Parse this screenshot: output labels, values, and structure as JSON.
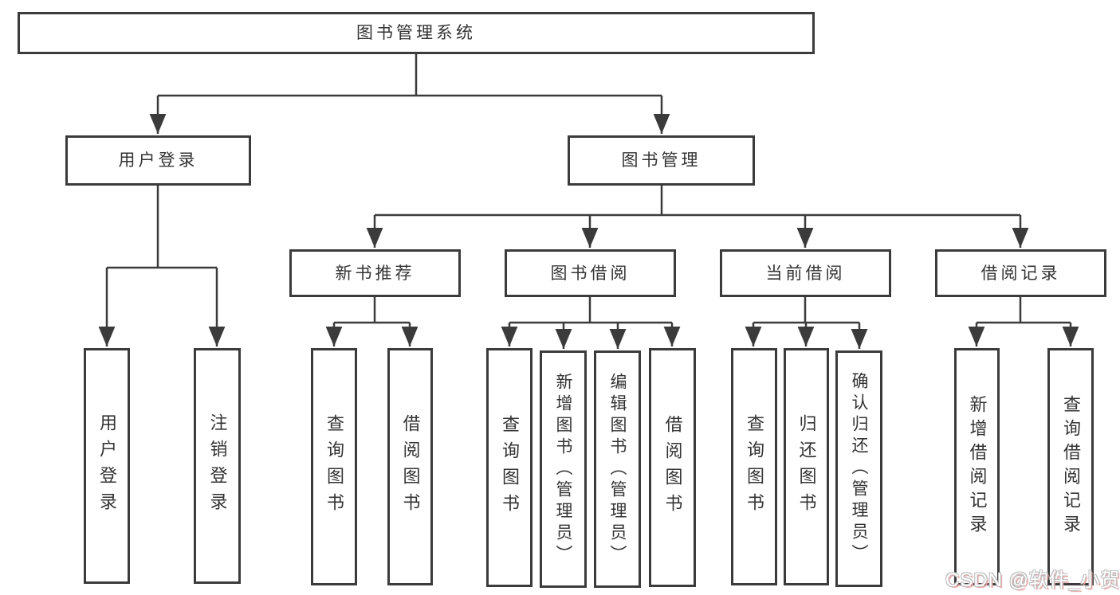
{
  "diagram_title": "图书管理系统",
  "nodes": {
    "root": {
      "label": "图书管理系统"
    },
    "user_login_branch": {
      "label": "用户登录"
    },
    "book_management": {
      "label": "图书管理"
    },
    "new_book_recommend": {
      "label": "新书推荐"
    },
    "book_borrowing": {
      "label": "图书借阅"
    },
    "current_borrowing": {
      "label": "当前借阅"
    },
    "borrowing_records": {
      "label": "借阅记录"
    },
    "leaf_user_login": {
      "label": "用户登录"
    },
    "leaf_logout": {
      "label": "注销登录"
    },
    "rec_query_books": {
      "label": "查询图书"
    },
    "rec_borrow_books": {
      "label": "借阅图书"
    },
    "bor_query_books": {
      "label": "查询图书"
    },
    "bor_add_books_admin": {
      "label": "新增图书（管理员）"
    },
    "bor_edit_books_admin": {
      "label": "编辑图书（管理员）"
    },
    "bor_borrow_books": {
      "label": "借阅图书"
    },
    "cur_query_books": {
      "label": "查询图书"
    },
    "cur_return_books": {
      "label": "归还图书"
    },
    "cur_confirm_return_admin": {
      "label": "确认归还（管理员）"
    },
    "brec_add_record": {
      "label": "新增借阅记录"
    },
    "brec_query_record": {
      "label": "查询借阅记录"
    }
  },
  "tree": {
    "label": "图书管理系统",
    "children": [
      {
        "label": "用户登录",
        "children": [
          {
            "label": "用户登录"
          },
          {
            "label": "注销登录"
          }
        ]
      },
      {
        "label": "图书管理",
        "children": [
          {
            "label": "新书推荐",
            "children": [
              {
                "label": "查询图书"
              },
              {
                "label": "借阅图书"
              }
            ]
          },
          {
            "label": "图书借阅",
            "children": [
              {
                "label": "查询图书"
              },
              {
                "label": "新增图书（管理员）"
              },
              {
                "label": "编辑图书（管理员）"
              },
              {
                "label": "借阅图书"
              }
            ]
          },
          {
            "label": "当前借阅",
            "children": [
              {
                "label": "查询图书"
              },
              {
                "label": "归还图书"
              },
              {
                "label": "确认归还（管理员）"
              }
            ]
          },
          {
            "label": "借阅记录",
            "children": [
              {
                "label": "新增借阅记录"
              },
              {
                "label": "查询借阅记录"
              }
            ]
          }
        ]
      }
    ]
  },
  "watermark": {
    "text": "CSDN @软件_小贺同学"
  },
  "colors": {
    "line": "#3b3b3b",
    "box_border": "#3b3b3b",
    "text": "#333333",
    "background": "#ffffff",
    "watermark_text": "#ffffff",
    "watermark_shadow": "#e6a0a0"
  }
}
